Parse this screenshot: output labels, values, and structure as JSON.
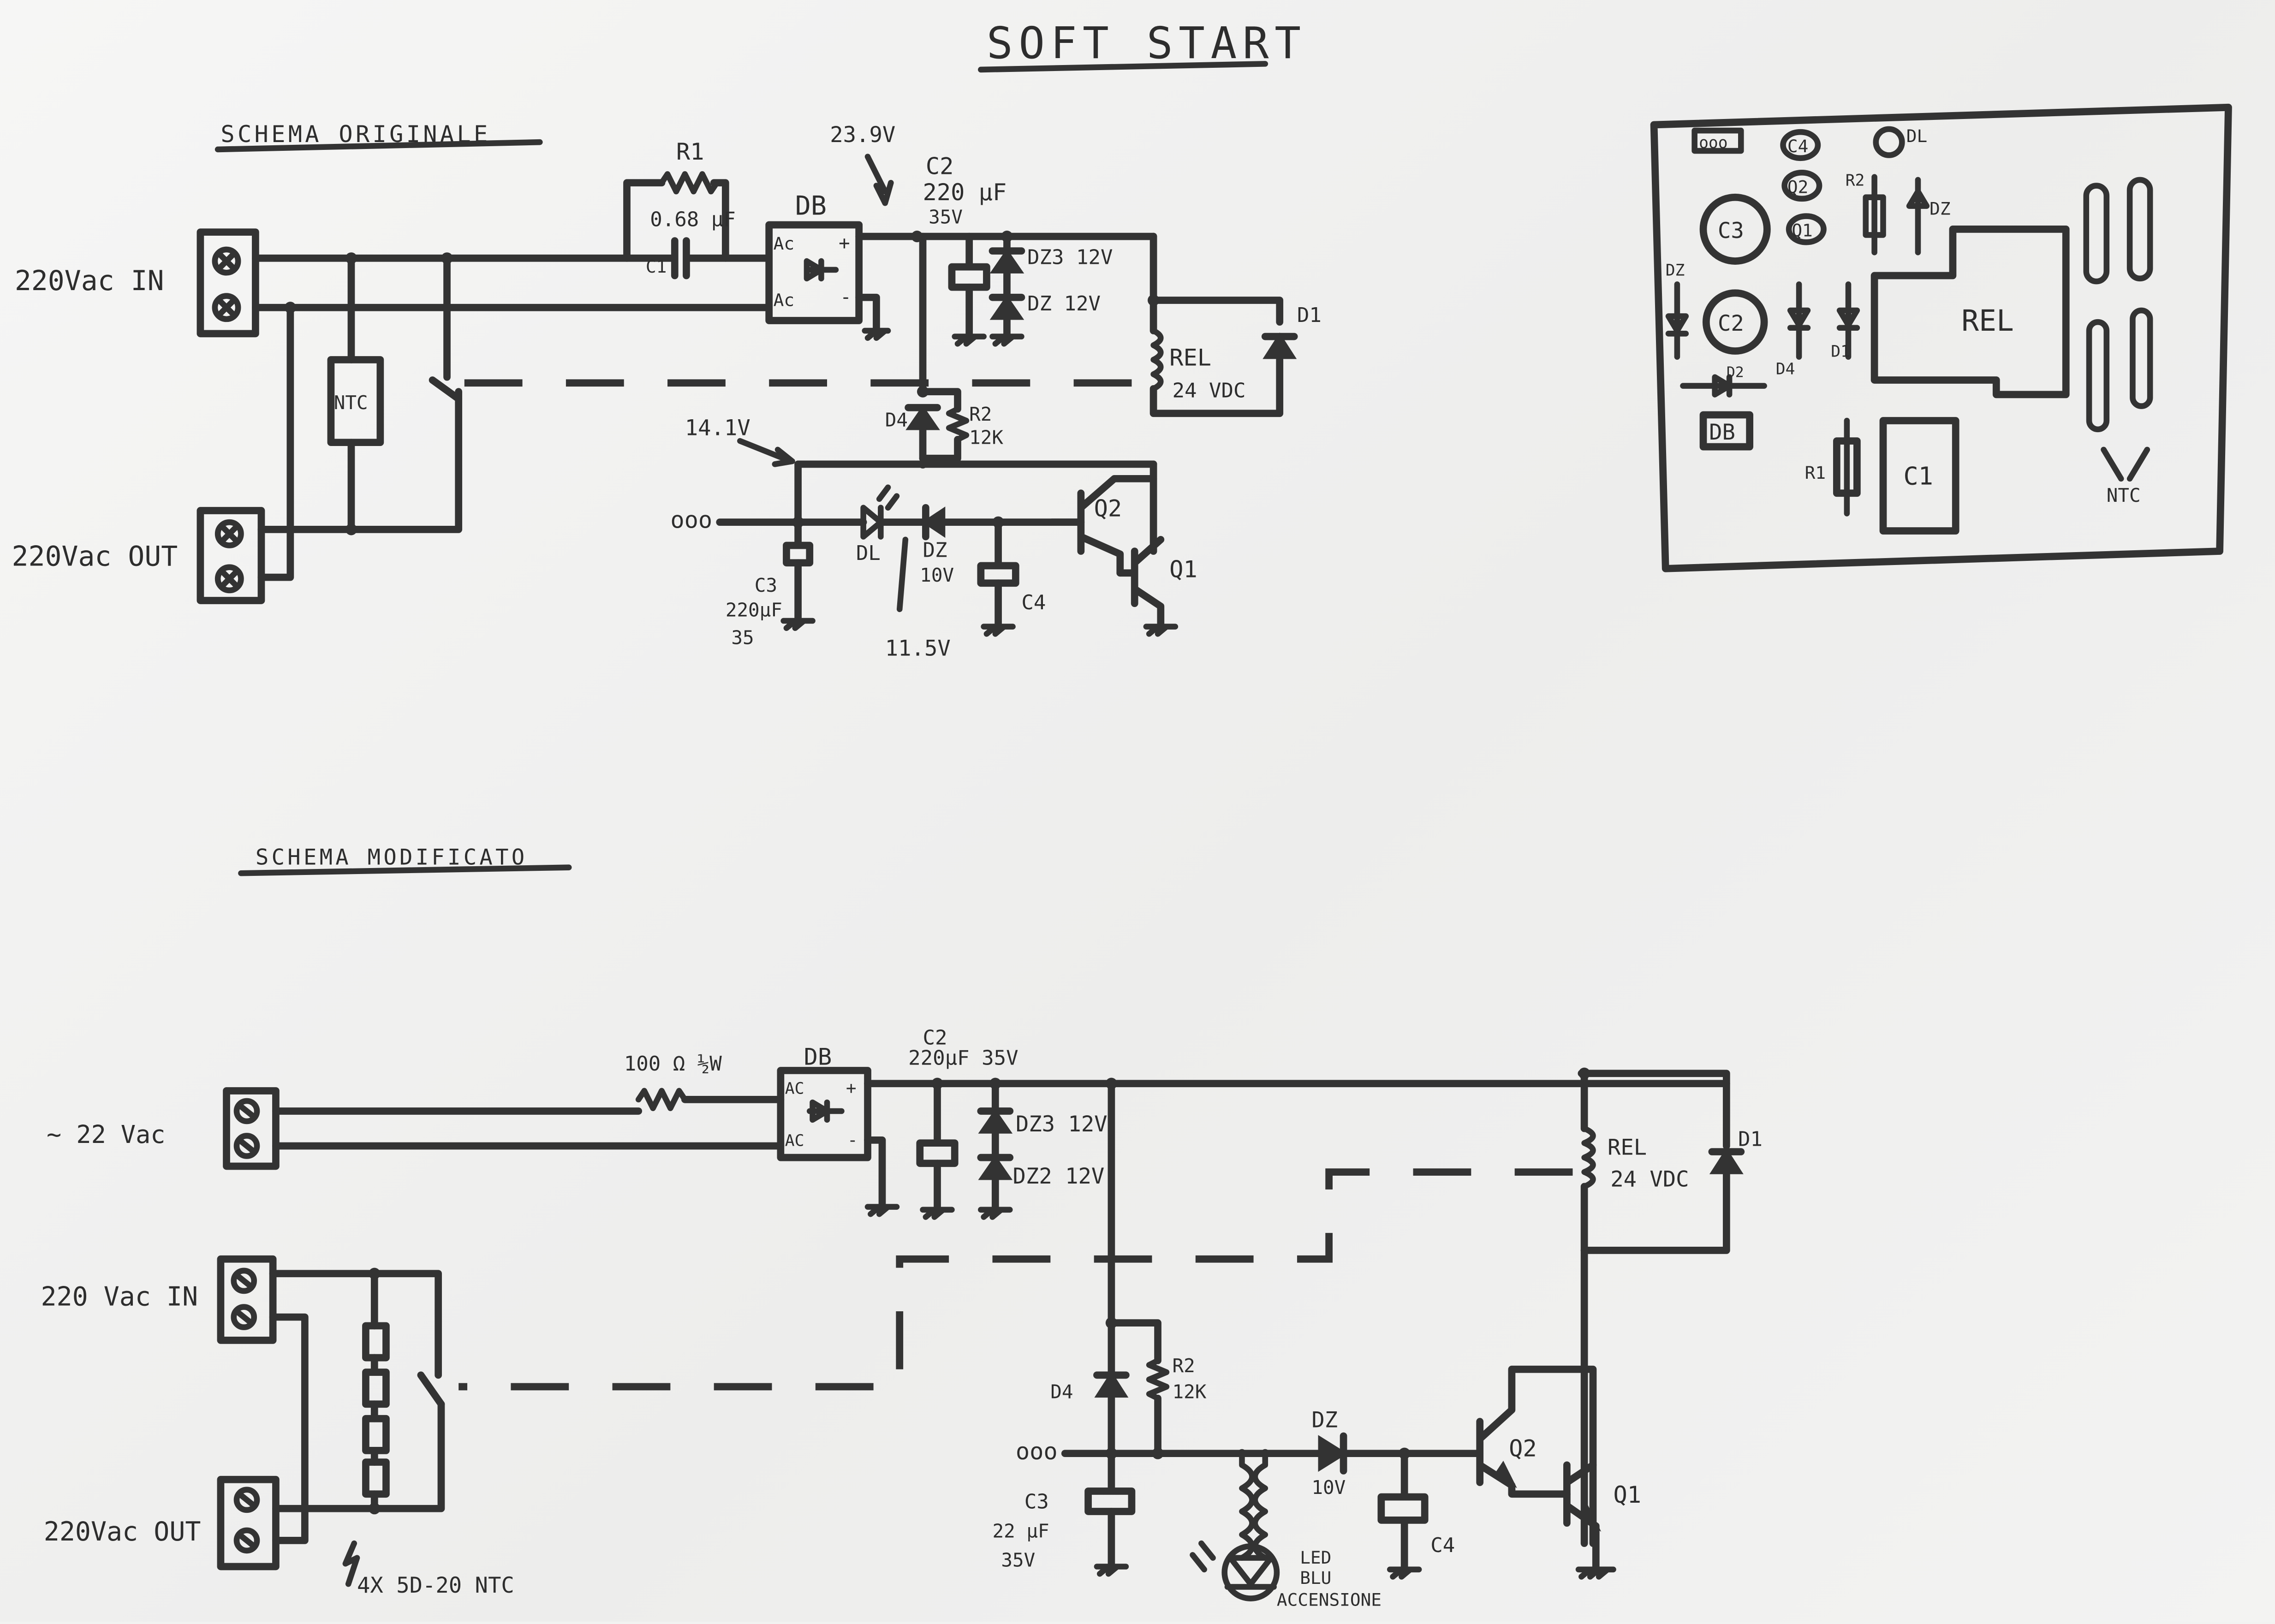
{
  "title": "SOFT START",
  "original": {
    "heading": "SCHEMA ORIGINALE",
    "in_label": "220Vac IN",
    "out_label": "220Vac OUT",
    "ntc": "NTC",
    "r1": "R1",
    "c1_value": "0.68 µF",
    "c1": "C1",
    "db": "DB",
    "ac": "Ac",
    "plus": "+",
    "minus": "-",
    "v_239": "23.9V",
    "c2": "C2",
    "c2_value": "220 µF",
    "c2_voltage": "35V",
    "dz3": "DZ3 12V",
    "dz2": "DZ 12V",
    "rel": "REL",
    "rel_voltage": "24 VDC",
    "d1": "D1",
    "d4": "D4",
    "r2": "R2",
    "r2_value": "12K",
    "v_141": "14.1V",
    "ooo": "ooo",
    "c3": "C3",
    "c3_value": "220µF",
    "c3_voltage": "35",
    "dl": "DL",
    "dz": "DZ",
    "dz_voltage": "10V",
    "c4": "C4",
    "v_115": "11.5V",
    "q2": "Q2",
    "q1": "Q1"
  },
  "layout_sketch": {
    "ooo": "ooo",
    "c4": "C4",
    "dl": "DL",
    "q2": "Q2",
    "r2": "R2",
    "dz_top": "DZ",
    "c3": "C3",
    "q1": "Q1",
    "dz_left": "DZ",
    "c2": "C2",
    "d4": "D4",
    "d1": "D1",
    "rel": "REL",
    "d2": "D2",
    "db": "DB",
    "r1": "R1",
    "c1": "C1",
    "ntc": "NTC"
  },
  "modified": {
    "heading": "SCHEMA MODIFICATO",
    "ac_in": "~ 22 Vac",
    "resistor": "100 Ω ½W",
    "db": "DB",
    "ac": "AC",
    "plus": "+",
    "minus": "-",
    "c2": "C2",
    "c2_value": "220µF 35V",
    "dz3": "DZ3 12V",
    "dz2": "DZ2 12V",
    "rel": "REL",
    "rel_voltage": "24 VDC",
    "d1": "D1",
    "in_label": "220 Vac IN",
    "out_label": "220Vac OUT",
    "ntc_note": "4X 5D-20 NTC",
    "d4": "D4",
    "r2": "R2",
    "r2_value": "12K",
    "ooo": "ooo",
    "c3": "C3",
    "c3_value": "22 µF",
    "c3_voltage": "35V",
    "led_1": "LED",
    "led_2": "BLU",
    "led_3": "ACCENSIONE",
    "dz": "DZ",
    "dz_voltage": "10V",
    "c4": "C4",
    "q2": "Q2",
    "q1": "Q1"
  }
}
